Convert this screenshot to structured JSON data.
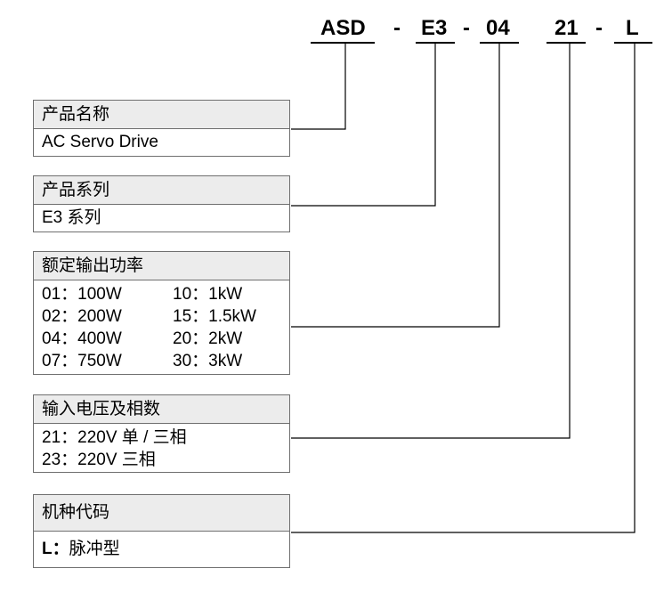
{
  "model_code": {
    "segments": [
      "ASD",
      "E3",
      "04",
      "21",
      "L"
    ],
    "separators": [
      "-",
      "-",
      "-"
    ]
  },
  "boxes": {
    "product_name": {
      "title": "产品名称",
      "value": "AC Servo Drive"
    },
    "product_series": {
      "title": "产品系列",
      "value": "E3 系列"
    },
    "rated_power": {
      "title": "额定输出功率",
      "rows": [
        [
          "01：100W",
          "10：1kW"
        ],
        [
          "02：200W",
          "15：1.5kW"
        ],
        [
          "04：400W",
          "20：2kW"
        ],
        [
          "07：750W",
          "30：3kW"
        ]
      ]
    },
    "input_voltage": {
      "title": "输入电压及相数",
      "rows": [
        "21：220V 单 / 三相",
        "23：220V 三相"
      ]
    },
    "model_type": {
      "title": "机种代码",
      "code": "L",
      "sep": "：",
      "value": "脉冲型"
    }
  }
}
